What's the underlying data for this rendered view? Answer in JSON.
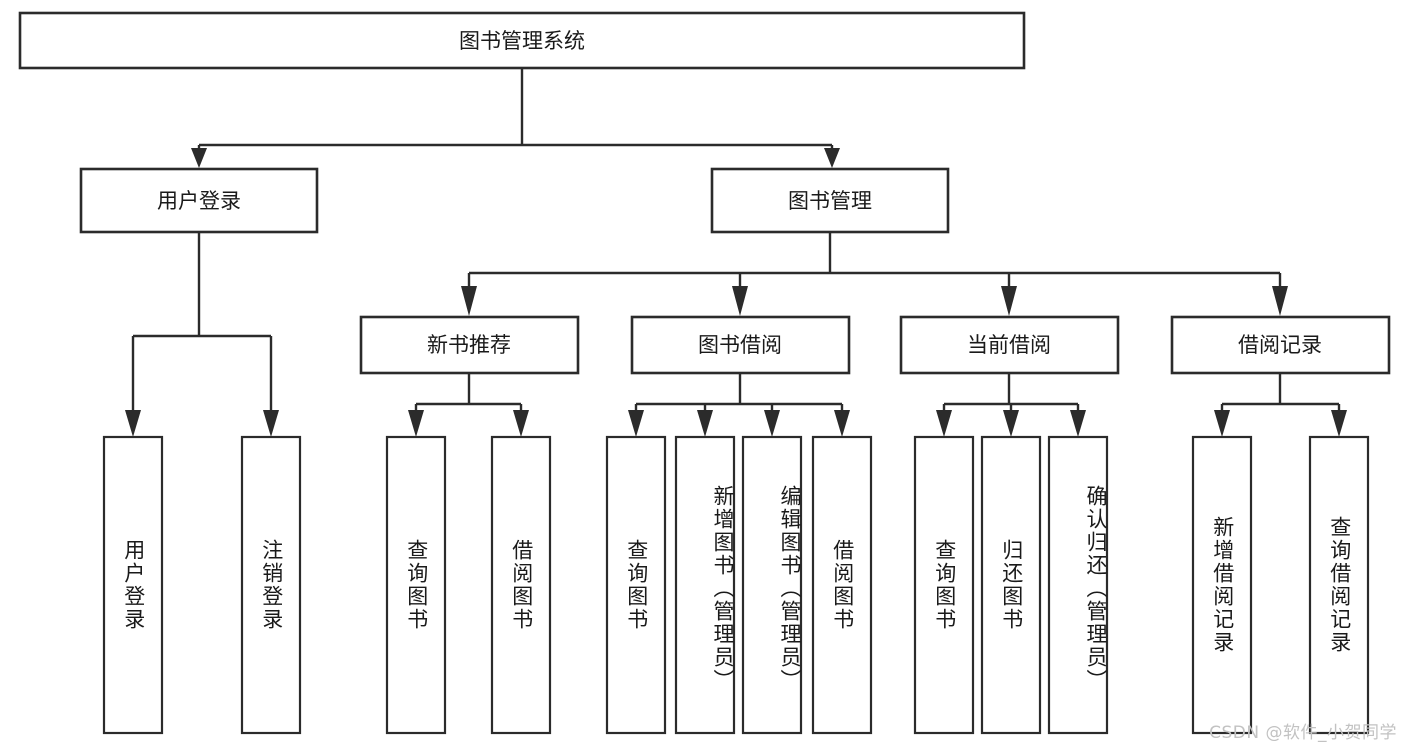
{
  "diagram": {
    "type": "tree-hierarchy-chart",
    "title": "图书管理系统",
    "watermark": "CSDN @软件_小贺同学",
    "colors": {
      "stroke": "#2b2b2b",
      "fill": "#ffffff",
      "text": "#1a1a1a",
      "watermark": "#c2c2c2"
    },
    "root": {
      "label": "图书管理系统"
    },
    "level2": [
      {
        "label": "用户登录"
      },
      {
        "label": "图书管理"
      }
    ],
    "level3": [
      {
        "label": "新书推荐"
      },
      {
        "label": "图书借阅"
      },
      {
        "label": "当前借阅"
      },
      {
        "label": "借阅记录"
      }
    ],
    "leaves": {
      "user_login": [
        {
          "label": "用户登录"
        },
        {
          "label": "注销登录"
        }
      ],
      "new_book_recommend": [
        {
          "label": "查询图书"
        },
        {
          "label": "借阅图书"
        }
      ],
      "book_borrow": [
        {
          "label": "查询图书"
        },
        {
          "label": "新增图书（管理员）"
        },
        {
          "label": "编辑图书（管理员）"
        },
        {
          "label": "借阅图书"
        }
      ],
      "current_borrow": [
        {
          "label": "查询图书"
        },
        {
          "label": "归还图书"
        },
        {
          "label": "确认归还（管理员）"
        }
      ],
      "borrow_record": [
        {
          "label": "新增借阅记录"
        },
        {
          "label": "查询借阅记录"
        }
      ]
    }
  }
}
